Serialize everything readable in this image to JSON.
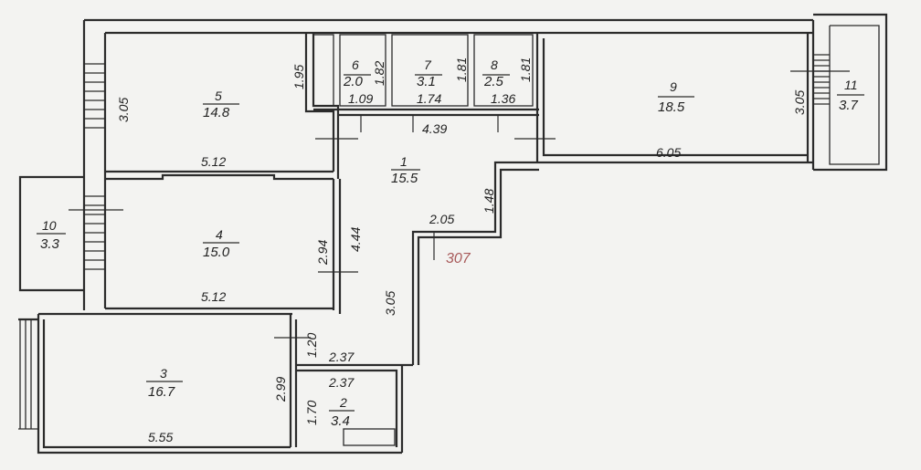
{
  "plan_label": "307",
  "colors": {
    "wall": "#2b2b2b",
    "label": "#a85a5a",
    "paper": "#f3f3f1"
  },
  "rooms": [
    {
      "id": "r5",
      "number": "5",
      "area": "14.8"
    },
    {
      "id": "r6",
      "number": "6",
      "area": "2.0"
    },
    {
      "id": "r7",
      "number": "7",
      "area": "3.1"
    },
    {
      "id": "r8",
      "number": "8",
      "area": "2.5"
    },
    {
      "id": "r9",
      "number": "9",
      "area": "18.5"
    },
    {
      "id": "r11",
      "number": "11",
      "area": "3.7"
    },
    {
      "id": "r1",
      "number": "1",
      "area": "15.5"
    },
    {
      "id": "r10",
      "number": "10",
      "area": "3.3"
    },
    {
      "id": "r4",
      "number": "4",
      "area": "15.0"
    },
    {
      "id": "r3",
      "number": "3",
      "area": "16.7"
    },
    {
      "id": "r2",
      "number": "2",
      "area": "3.4"
    }
  ],
  "dimensions": [
    {
      "id": "d1",
      "text": "3.05"
    },
    {
      "id": "d2",
      "text": "1.95"
    },
    {
      "id": "d3",
      "text": "1.82"
    },
    {
      "id": "d4",
      "text": "1.81"
    },
    {
      "id": "d5",
      "text": "1.81"
    },
    {
      "id": "d6",
      "text": "1.09"
    },
    {
      "id": "d7",
      "text": "1.74"
    },
    {
      "id": "d8",
      "text": "1.36"
    },
    {
      "id": "d9",
      "text": "4.39"
    },
    {
      "id": "d10",
      "text": "3.05"
    },
    {
      "id": "d11",
      "text": "6.05"
    },
    {
      "id": "d12",
      "text": "5.12"
    },
    {
      "id": "d13",
      "text": "1.48"
    },
    {
      "id": "d14",
      "text": "4.44"
    },
    {
      "id": "d15",
      "text": "2.94"
    },
    {
      "id": "d16",
      "text": "2.05"
    },
    {
      "id": "d17",
      "text": "5.12"
    },
    {
      "id": "d18",
      "text": "3.05"
    },
    {
      "id": "d19",
      "text": "1.20"
    },
    {
      "id": "d20",
      "text": "2.37"
    },
    {
      "id": "d21",
      "text": "2.99"
    },
    {
      "id": "d22",
      "text": "2.37"
    },
    {
      "id": "d23",
      "text": "1.70"
    },
    {
      "id": "d24",
      "text": "5.55"
    }
  ]
}
